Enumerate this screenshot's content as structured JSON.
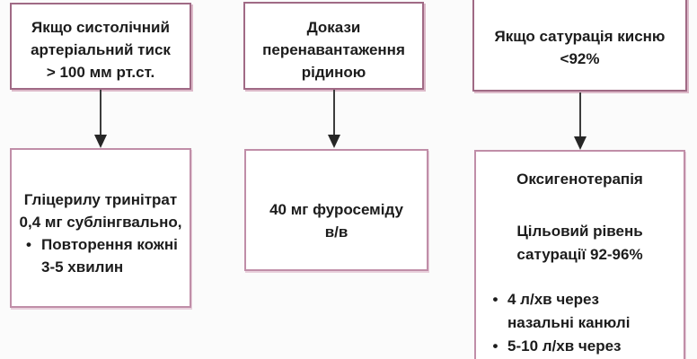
{
  "page": {
    "background": "#fbfbfb"
  },
  "palette": {
    "top_box_border": "#a06a85",
    "bottom_box_border": "#c08ea8",
    "box_background": "#ffffff",
    "arrow_color": "#2e2e2e",
    "text_color": "#1c1c1c"
  },
  "bullet_char": "•",
  "flowchart": {
    "columns": [
      {
        "condition": "Якщо систолічний\nартеріальний тиск\n> 100 мм рт.ст.",
        "action": {
          "main": "Гліцерилу тринітрат\n0,4 мг сублінгвально,",
          "bullets": [
            "Повторення кожні\n3-5 хвилин"
          ]
        }
      },
      {
        "condition": "Докази\nперенавантаження\nрідиною",
        "action": {
          "main": "40 мг фуросеміду\nв/в",
          "bullets": []
        }
      },
      {
        "condition": "Якщо сатурація кисню\n<92%",
        "action": {
          "title": "Оксигенотерапія",
          "main": "Цільовий рівень\nсатурації 92-96%",
          "bullets": [
            "4 л/хв через\nназальні канюлі",
            "5-10 л/хв через"
          ]
        }
      }
    ]
  }
}
